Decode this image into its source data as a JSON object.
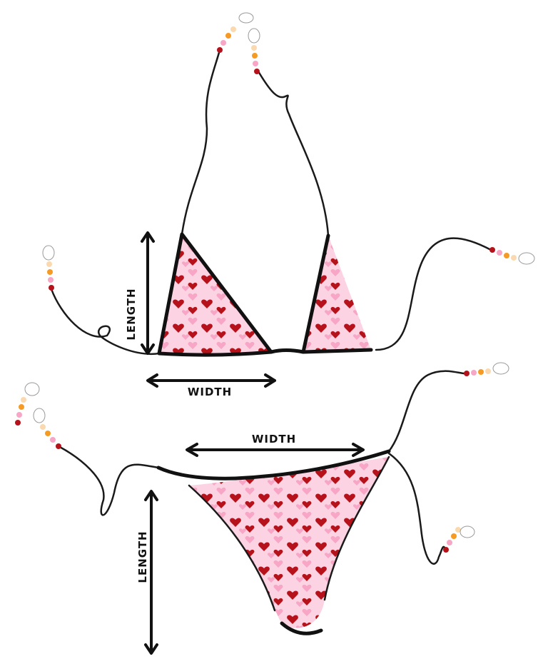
{
  "top": {
    "length_label": "LENGTH",
    "width_label": "WIDTH"
  },
  "bottom": {
    "width_label": "WIDTH",
    "length_label": "LENGTH"
  },
  "colors": {
    "fabric": "#fcd3e3",
    "heart_dark": "#b5121b",
    "heart_light": "#f7a6c6",
    "outline": "#111111",
    "bead_red": "#b5121b",
    "bead_orange": "#f59a23",
    "bead_pink": "#f7a6c6",
    "bead_peach": "#fbd9b0"
  }
}
